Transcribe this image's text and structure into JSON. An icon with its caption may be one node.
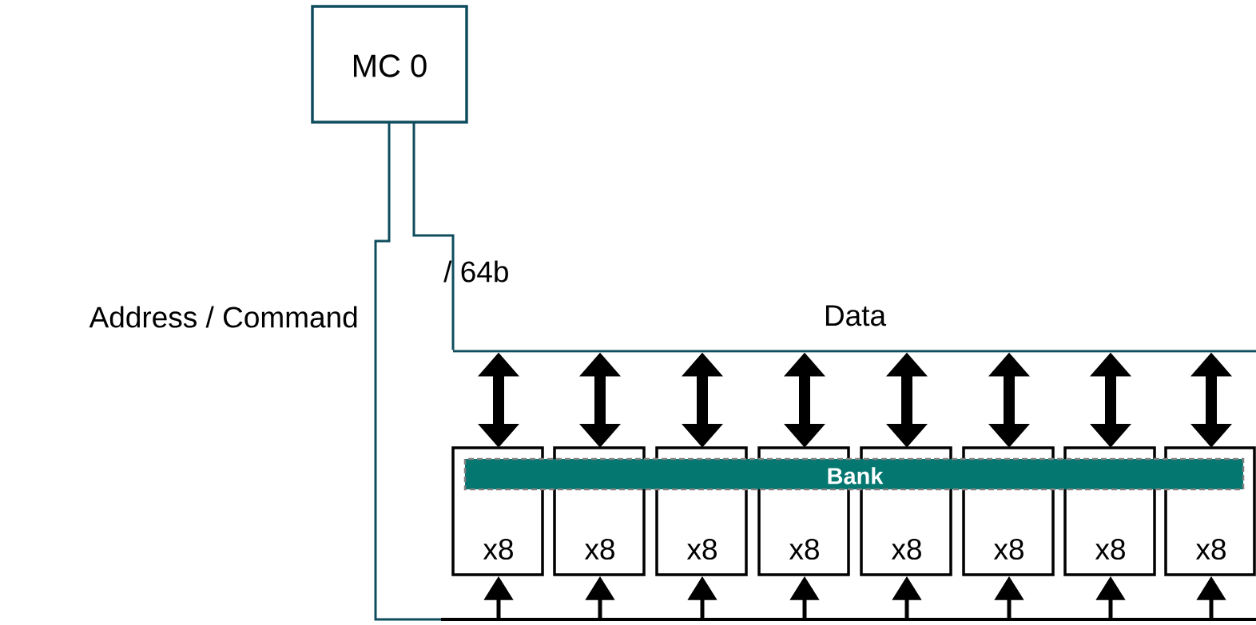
{
  "diagram": {
    "nodes": [
      {
        "text": [
          "MC 0"
        ]
      },
      {
        "text": [],
        "shape": "bar",
        "beside": [
          "Data"
        ]
      },
      {
        "text": [
          "Bank"
        ]
      },
      {
        "text": [
          "x8"
        ]
      },
      {
        "text": [
          "x8"
        ]
      },
      {
        "text": [
          "x8"
        ]
      },
      {
        "text": [
          "x8"
        ]
      },
      {
        "text": [
          "x8"
        ]
      },
      {
        "text": [
          "x8"
        ]
      },
      {
        "text": [
          "x8"
        ]
      },
      {
        "text": [
          "x8"
        ]
      },
      {
        "text": [],
        "shape": "bar"
      }
    ],
    "edges": [
      {
        "from": 0,
        "to": 1,
        "arrow": "none",
        "color": "#0f4d5e"
      },
      {
        "from": 0,
        "to": 11,
        "arrow": "none",
        "color": "#0f4d5e"
      },
      {
        "from": 1,
        "to": 3,
        "arrow": "both",
        "style": "thick"
      },
      {
        "from": 1,
        "to": 4,
        "arrow": "both",
        "style": "thick"
      },
      {
        "from": 1,
        "to": 5,
        "arrow": "both",
        "style": "thick"
      },
      {
        "from": 1,
        "to": 6,
        "arrow": "both",
        "style": "thick"
      },
      {
        "from": 1,
        "to": 7,
        "arrow": "both",
        "style": "thick"
      },
      {
        "from": 1,
        "to": 8,
        "arrow": "both",
        "style": "thick"
      },
      {
        "from": 1,
        "to": 9,
        "arrow": "both",
        "style": "thick"
      },
      {
        "from": 1,
        "to": 10,
        "arrow": "both",
        "style": "thick"
      },
      {
        "from": 11,
        "to": 3,
        "arrow": "to"
      },
      {
        "from": 11,
        "to": 4,
        "arrow": "to"
      },
      {
        "from": 11,
        "to": 5,
        "arrow": "to"
      },
      {
        "from": 11,
        "to": 6,
        "arrow": "to"
      },
      {
        "from": 11,
        "to": 7,
        "arrow": "to"
      },
      {
        "from": 11,
        "to": 8,
        "arrow": "to"
      },
      {
        "from": 11,
        "to": 9,
        "arrow": "to"
      },
      {
        "from": 11,
        "to": 10,
        "arrow": "to"
      }
    ],
    "labels": [
      "/ 64b",
      "Address / Command"
    ]
  }
}
